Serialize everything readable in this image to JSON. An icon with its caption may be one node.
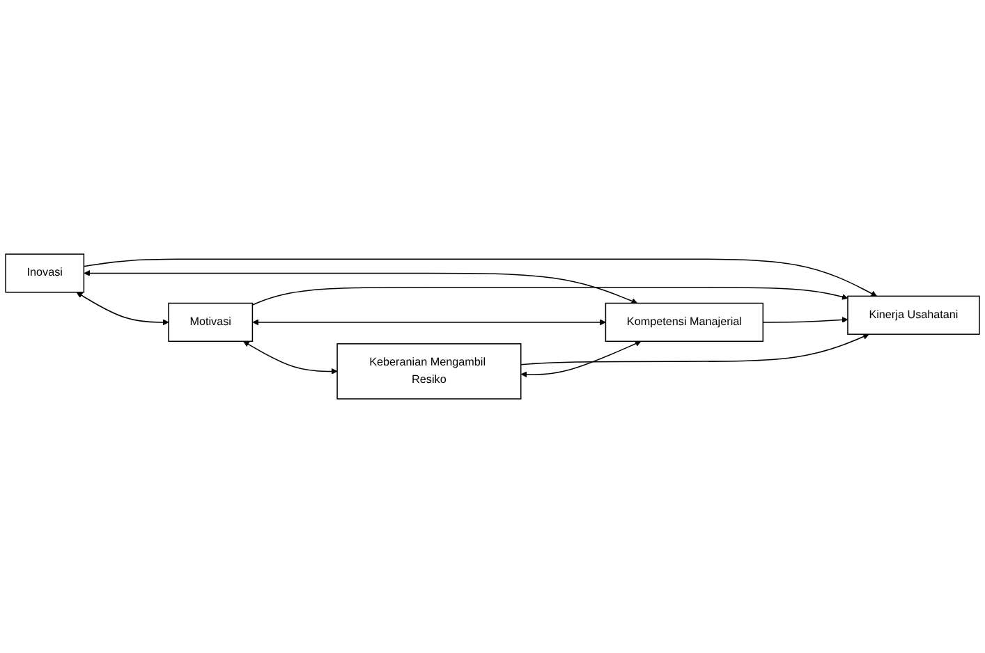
{
  "diagram": {
    "nodes": [
      {
        "text": [
          "Inovasi"
        ]
      },
      {
        "text": [
          "Motivasi"
        ]
      },
      {
        "text": [
          "Keberanian Mengambil Resiko"
        ]
      },
      {
        "text": [
          "Kompetensi Manajerial"
        ]
      },
      {
        "text": [
          "Kinerja Usahatani"
        ]
      }
    ],
    "edges": [
      {
        "from": 0,
        "to": 4,
        "arrow": "to"
      },
      {
        "from": 1,
        "to": 4,
        "arrow": "to"
      },
      {
        "from": 2,
        "to": 4,
        "arrow": "to"
      },
      {
        "from": 3,
        "to": 4,
        "arrow": "to"
      },
      {
        "from": 0,
        "to": 3,
        "arrow": "both"
      },
      {
        "from": 0,
        "to": 1,
        "arrow": "both"
      },
      {
        "from": 1,
        "to": 3,
        "arrow": "both"
      },
      {
        "from": 1,
        "to": 2,
        "arrow": "both"
      },
      {
        "from": 2,
        "to": 3,
        "arrow": "both"
      }
    ]
  }
}
